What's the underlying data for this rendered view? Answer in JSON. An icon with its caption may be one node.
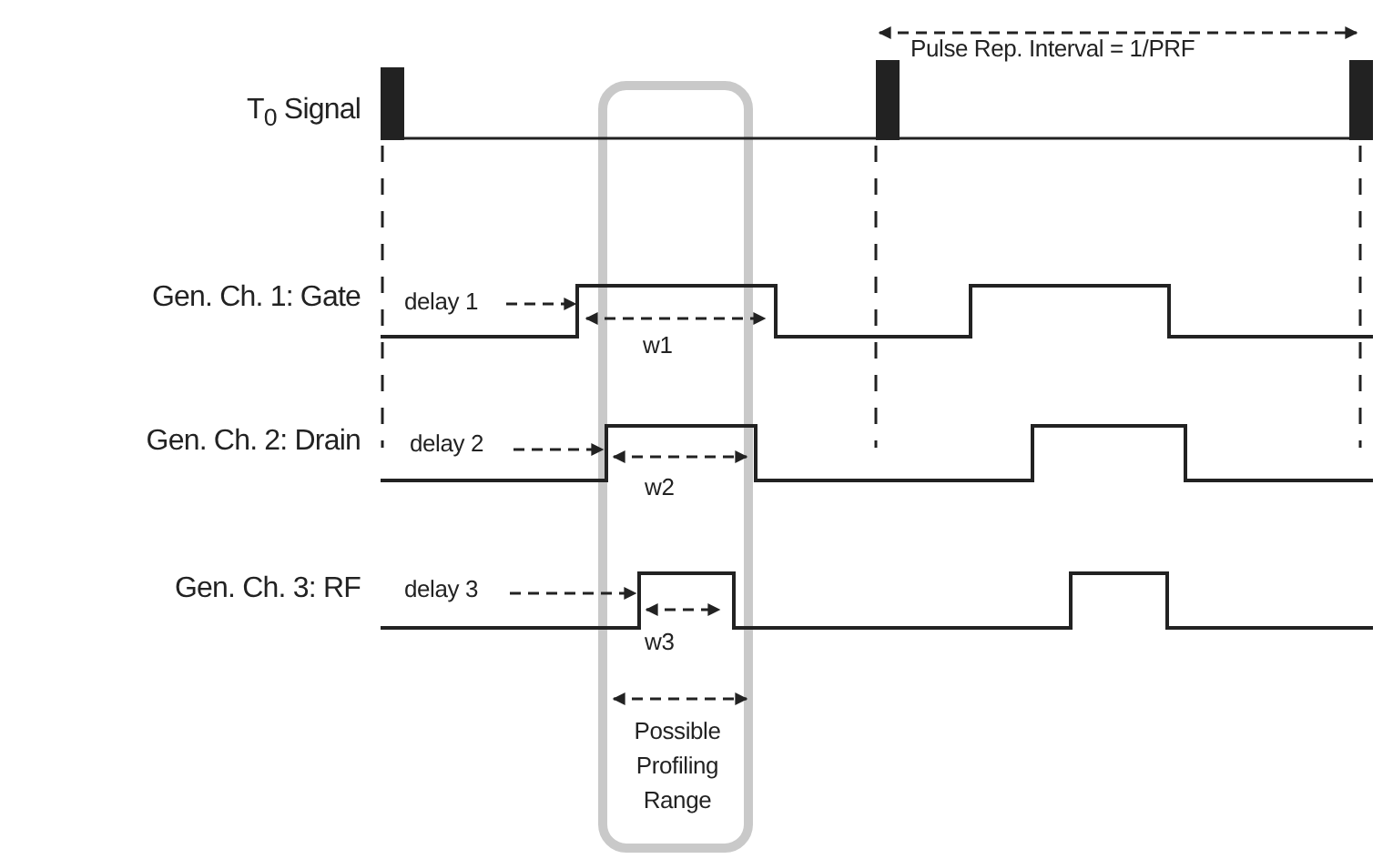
{
  "diagram": {
    "labels": [
      "Pulse Rep. Interval = 1/PRF",
      "T$_{0}$ Signal",
      "Gen. Ch. 1: Gate",
      "delay 1",
      "w1",
      "Gen. Ch. 2: Drain",
      "delay 2",
      "w2",
      "Gen. Ch. 3: RF",
      "delay 3",
      "w3",
      "Possible Profiling Range"
    ]
  }
}
